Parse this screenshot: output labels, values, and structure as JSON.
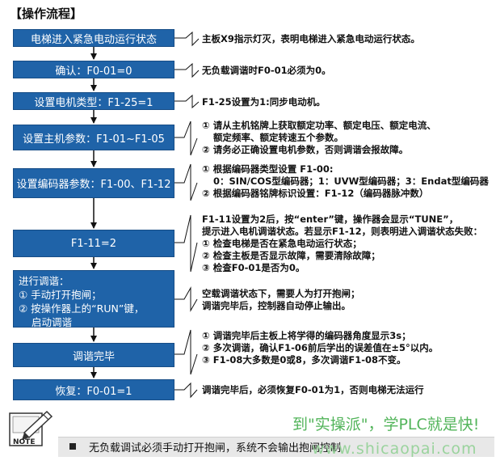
{
  "title": "【操作流程】",
  "steps": [
    {
      "label": "电梯进入紧急电动运行状态"
    },
    {
      "label": "确认：F0-01=0"
    },
    {
      "label": "设置电机类型：F1-25=1"
    },
    {
      "label": "设置主机参数：F1-01~F1-05"
    },
    {
      "label": "设置编码器参数：F1-00、F1-12"
    },
    {
      "label": "F1-11=2"
    },
    {
      "lines": [
        "进行调谐：",
        "① 手动打开抱闸；",
        "② 按操作器上的“RUN”键，",
        "启动调谐"
      ]
    },
    {
      "label": "调谐完毕"
    },
    {
      "label": "恢复：F0-01=1"
    }
  ],
  "notes": [
    {
      "lines": [
        "主板X9指示灯灭，表明电梯进入紧急电动运行状态。"
      ]
    },
    {
      "lines": [
        "无负载调谐时F0-01必须为0。"
      ]
    },
    {
      "lines": [
        "F1-25设置为1:同步电动机。"
      ]
    },
    {
      "lines": [
        "① 请从主机铭牌上获取额定功率、额定电压、额定电流、",
        "额定频率、额定转速五个参数。",
        "② 请务必正确设置电机参数，否则调谐会报故障。"
      ]
    },
    {
      "lines": [
        "① 根据编码器类型设置 F1-00:",
        "0：SIN/COS型编码器；1：UVW型编码器；3：Endat型编码器",
        "② 根据编码器铭牌标识设置：F1-12（编码器脉冲数）"
      ]
    },
    {
      "lines": [
        "F1-11设置为2后，按“enter”键，操作器会显示“TUNE”，",
        "提示进入电机调谐状态。若显示F1-12，则表明进入调谐状态失败：",
        "① 检查电梯是否在紧急电动运行状态；",
        "② 检查主板是否显示故障，需要清除故障；",
        "③ 检查F0-01是否为0。"
      ]
    },
    {
      "lines": [
        "空载调谐状态下，需要人为打开抱闸；",
        "调谐完毕后，控制器自动停止输出。"
      ]
    },
    {
      "lines": [
        "① 调谐完毕后主板上将学得的编码器角度显示3s；",
        "② 多次调谐，确认F1-06前后学出的误差值在±5°以内。",
        "③ F1-08大多数是0或8，多次调谐F1-08不变。"
      ]
    },
    {
      "lines": [
        "调谐完毕后，必须恢复F0-01为1，否则电梯无法运行"
      ]
    }
  ],
  "note_icon_label": "NOTE",
  "note_text": "无负载调试必须手动打开抱闸，系统不会输出抱闸控制",
  "watermark": {
    "line1": "到\"实操派\"，学PLC就是快!",
    "line2": "www.shicaopai.com"
  },
  "colors": {
    "step_fill": "#1f63a8",
    "watermark": "#52b45a"
  }
}
